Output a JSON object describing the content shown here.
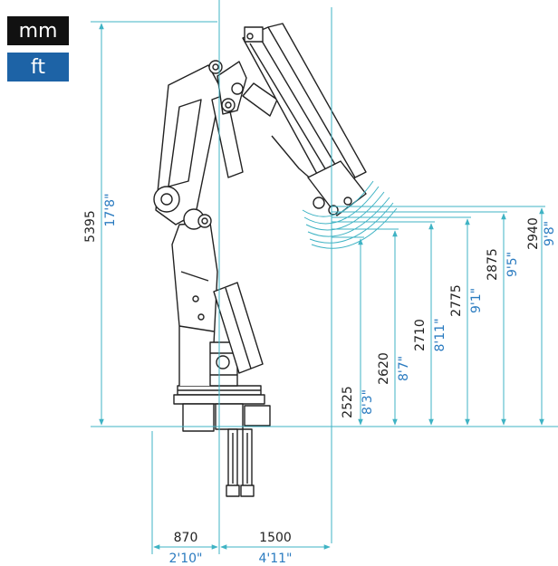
{
  "unit_toggle": {
    "mm_label": "mm",
    "ft_label": "ft",
    "selected": "mm"
  },
  "colors": {
    "dimension_line": "#3fb3c4",
    "imperial_text": "#2a7bc0",
    "metric_text": "#222222",
    "ft_button": "#1d63a6",
    "mm_button": "#111111"
  },
  "dimensions": {
    "total_height": {
      "mm": "5395",
      "ft": "17'8\""
    },
    "width_left": {
      "mm": "870",
      "ft": "2'10\""
    },
    "width_right": {
      "mm": "1500",
      "ft": "4'11\""
    },
    "heights": [
      {
        "mm": "2525",
        "ft": "8'3\""
      },
      {
        "mm": "2620",
        "ft": "8'7\""
      },
      {
        "mm": "2710",
        "ft": "8'11\""
      },
      {
        "mm": "2775",
        "ft": "9'1\""
      },
      {
        "mm": "2875",
        "ft": "9'5\""
      },
      {
        "mm": "2940",
        "ft": "9'8\""
      }
    ]
  }
}
